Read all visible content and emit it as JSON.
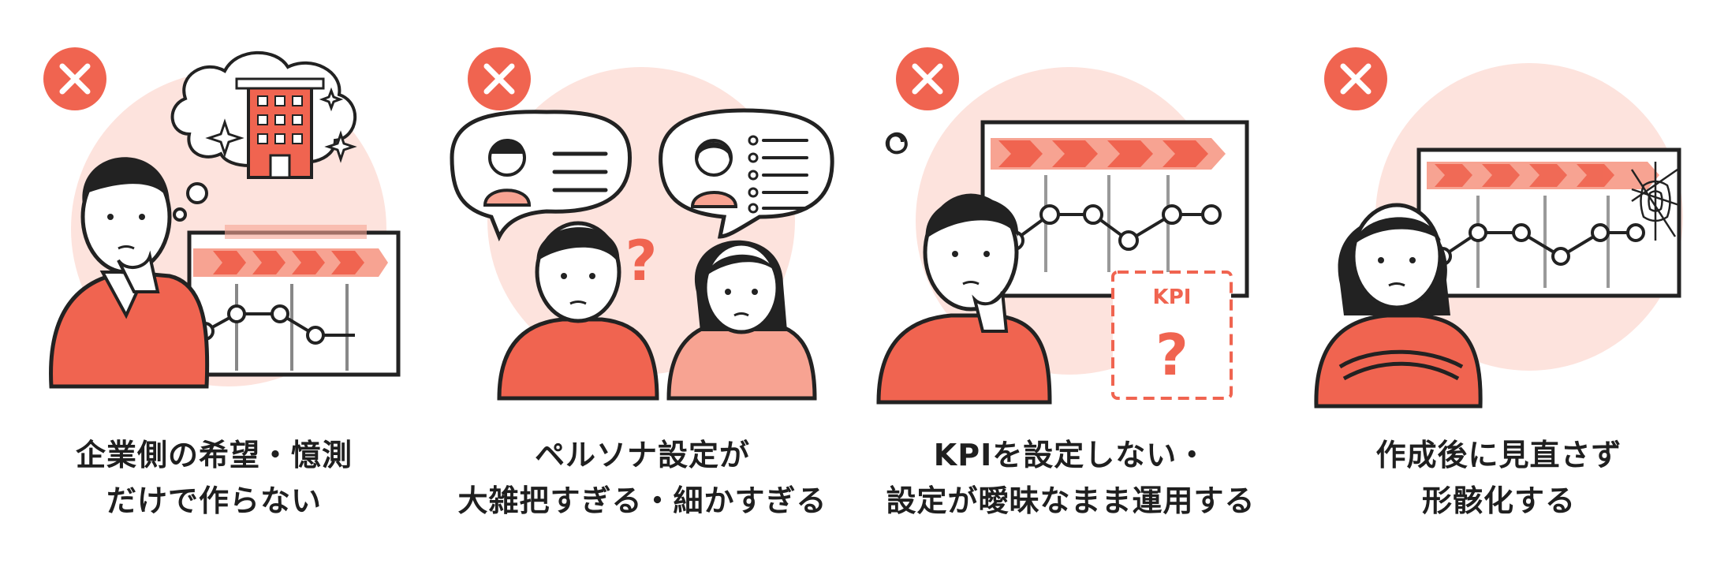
{
  "panels": [
    {
      "id": "panel-1",
      "icon": "x-mark-icon",
      "caption": [
        "企業側の希望・憶測",
        "だけで作らない"
      ]
    },
    {
      "id": "panel-2",
      "icon": "x-mark-icon",
      "caption": [
        "ペルソナ設定が",
        "大雑把すぎる・細かすぎる"
      ]
    },
    {
      "id": "panel-3",
      "icon": "x-mark-icon",
      "kpi_label": "KPI",
      "caption": [
        "KPIを設定しない・",
        "設定が曖昧なまま運用する"
      ]
    },
    {
      "id": "panel-4",
      "icon": "x-mark-icon",
      "caption": [
        "作成後に見直さず",
        "形骸化する"
      ]
    }
  ],
  "colors": {
    "accent": "#f06450",
    "accent_light": "#f7a392",
    "circle_bg": "#fde3dd",
    "line": "#222222"
  }
}
